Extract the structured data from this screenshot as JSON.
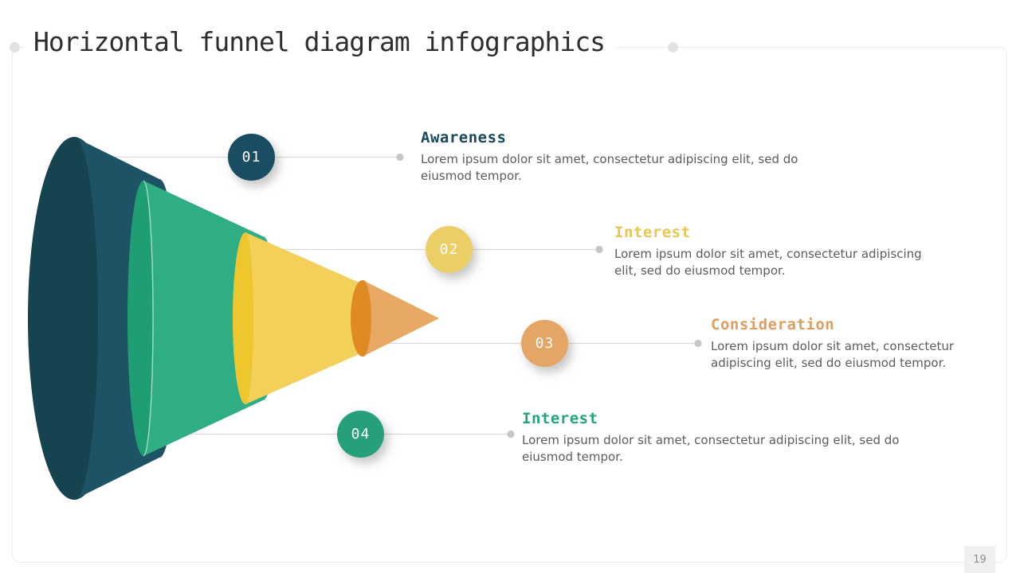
{
  "slide": {
    "title": "Horizontal funnel diagram infographics",
    "page_number": "19"
  },
  "colors": {
    "background": "#ffffff",
    "title_text": "#2e2e2e",
    "body_text": "#5c5c5c",
    "frame_border": "#ececec",
    "connector_line": "#d9d9d9",
    "connector_dot": "#c7c7c7"
  },
  "funnel": {
    "type": "horizontal-cone",
    "stages": [
      {
        "number": "01",
        "label": "Awareness",
        "description": "Lorem ipsum dolor sit amet, consectetur adipiscing elit, sed do\neiusmod tempor.",
        "badge_color": "#1b4d62",
        "label_color": "#174a5c",
        "cone_body_color": "#1d5364",
        "cone_cap_color": "#164350"
      },
      {
        "number": "02",
        "label": "Interest",
        "description": "Lorem ipsum dolor sit amet, consectetur adipiscing\nelit, sed do eiusmod tempor.",
        "badge_color": "#ecce67",
        "label_color": "#e9c654",
        "cone_body_color": "#f3d05a",
        "cone_cap_color": "#eec62e"
      },
      {
        "number": "03",
        "label": "Consideration",
        "description": "Lorem ipsum dolor sit amet, consectetur\nadipiscing elit, sed do eiusmod tempor.",
        "badge_color": "#e5a564",
        "label_color": "#dd9e60",
        "cone_body_color": "#e9a966",
        "cone_cap_color": "#e08a25"
      },
      {
        "number": "04",
        "label": "Interest",
        "description": "Lorem ipsum dolor sit amet, consectetur adipiscing elit, sed do\neiusmod tempor.",
        "badge_color": "#26a07b",
        "label_color": "#25a47d",
        "cone_body_color": "#2fae85",
        "cone_cap_color": "#1f9e73"
      }
    ]
  }
}
